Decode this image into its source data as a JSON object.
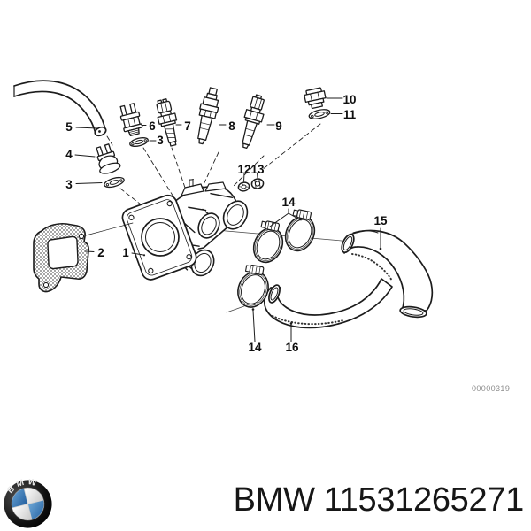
{
  "page": {
    "background_color": "#ffffff"
  },
  "diagram": {
    "drawing_code": "00000319",
    "line_color": "#1c1c1c",
    "label_color": "#0f0f0f",
    "code_color": "#8e8e8e",
    "callouts": [
      {
        "label": "5"
      },
      {
        "label": "6"
      },
      {
        "label": "7"
      },
      {
        "label": "3"
      },
      {
        "label": "8"
      },
      {
        "label": "4"
      },
      {
        "label": "3"
      },
      {
        "label": "9"
      },
      {
        "label": "10"
      },
      {
        "label": "11"
      },
      {
        "label": "12"
      },
      {
        "label": "13"
      },
      {
        "label": "14"
      },
      {
        "label": "15"
      },
      {
        "label": "2"
      },
      {
        "label": "1"
      },
      {
        "label": "14"
      },
      {
        "label": "16"
      }
    ]
  },
  "footer": {
    "brand": "BMW",
    "part_number": "11531265271",
    "logo_letters": "BMW",
    "text_color": "#161616",
    "logo_colors": {
      "ring": "#0a0a0a",
      "blue": "#2f6fad",
      "quadrant_white": "#f2f2f2",
      "letters": "#e9e9e9"
    }
  }
}
